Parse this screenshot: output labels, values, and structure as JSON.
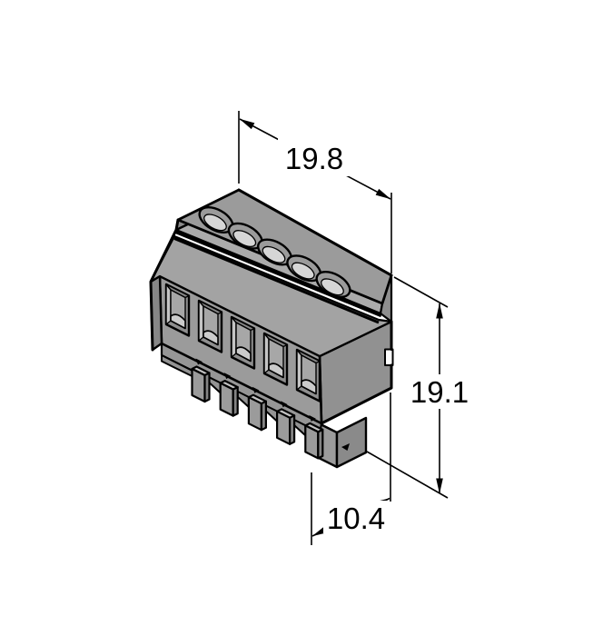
{
  "figure": {
    "type": "isometric-technical-drawing",
    "subject": "5-pole pluggable screw terminal block connector"
  },
  "dimensions": {
    "top_width": "19.8",
    "height": "19.1",
    "bottom_depth": "10.4"
  },
  "connector": {
    "pole_count": 5,
    "screw_holes": 5,
    "wire_entry_openings": 5,
    "latch_tabs": 5
  },
  "colors": {
    "background": "#ffffff",
    "outline": "#000000",
    "body": "#9b9b9b",
    "body_side": "#919191",
    "body_dark": "#878787",
    "bevel": "#ababab",
    "recess_light": "#cbcbcb",
    "hole_inner": "#d6d6d6",
    "dimension_text": "#000000"
  }
}
